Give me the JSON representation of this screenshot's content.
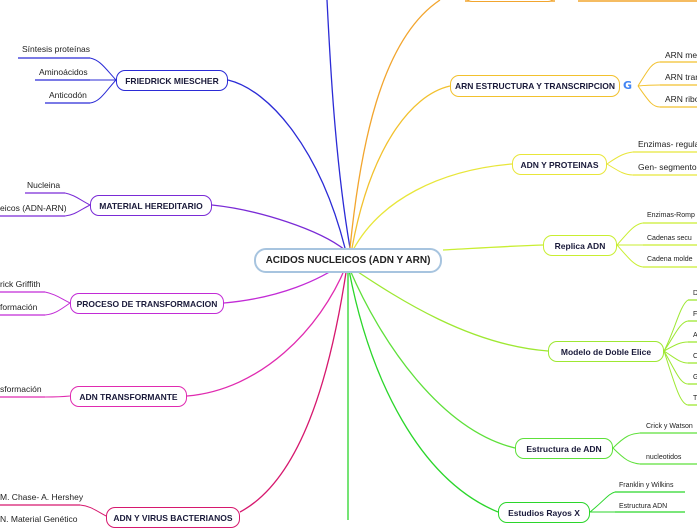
{
  "central": "ACIDOS NUCLEICOS (ADN Y ARN)",
  "branches": {
    "friedrick": {
      "label": "FRIEDRICK MIESCHER",
      "color": "#2b2bd6",
      "children": [
        "Síntesis proteínas",
        "Aminoácidos",
        "Anticodón"
      ]
    },
    "material": {
      "label": "MATERIAL HEREDITARIO",
      "color": "#7a2bd6",
      "children": [
        "Nucleina",
        "eicos (ADN-ARN)"
      ]
    },
    "proceso": {
      "label": "PROCESO DE TRANSFORMACION",
      "color": "#c22bd6",
      "children": [
        "rick Griffith",
        "formación"
      ]
    },
    "adn_transformante": {
      "label": "ADN TRANSFORMANTE",
      "color": "#e02bb0",
      "children": [
        "sformación"
      ]
    },
    "virus": {
      "label": "ADN Y VIRUS BACTERIANOS",
      "color": "#d6186e",
      "children": [
        "M. Chase- A. Hershey",
        "N. Material Genético"
      ]
    },
    "arn": {
      "label": "ARN ESTRUCTURA Y TRANSCRIPCION",
      "color": "#f2c12e",
      "icon": "G",
      "children": [
        "ARN mer",
        "ARN tran",
        "ARN ribo"
      ]
    },
    "proteinas": {
      "label": "ADN Y PROTEINAS",
      "color": "#e8e63a",
      "children": [
        "Enzimas- regula",
        "Gen- segmento"
      ]
    },
    "replica": {
      "label": "Replica ADN",
      "color": "#c9ee32",
      "children": [
        "Enzimas-Romp",
        "Cadenas secu",
        "Cadena molde"
      ]
    },
    "doble": {
      "label": "Modelo de Doble Elice",
      "color": "#9ee832",
      "children": [
        "D",
        "F",
        "A",
        "C",
        "G",
        "T"
      ]
    },
    "estructura": {
      "label": "Estructura de ADN",
      "color": "#5ee03a",
      "children": [
        "Crick y Watson",
        "nucleotidos"
      ]
    },
    "rayos": {
      "label": "Estudios Rayos X",
      "color": "#2bd62b",
      "children": [
        "Franklin y Wilkins",
        "Estructura  ADN"
      ]
    }
  }
}
